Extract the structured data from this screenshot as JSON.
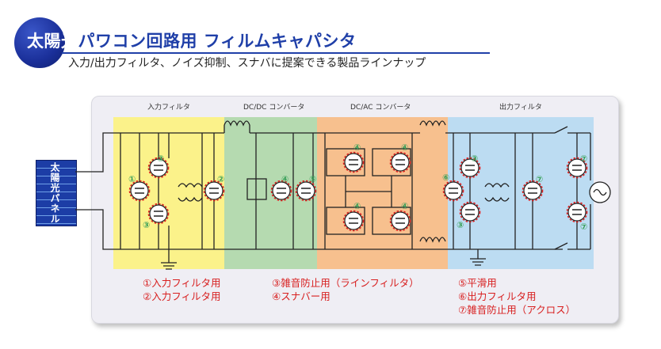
{
  "header": {
    "title_part1": "太陽光",
    "title_part2": "パワコン回路用 フィルムキャパシタ",
    "subtitle": "入力/出力フィルタ、ノイズ抑制、スナバに提案できる製品ラインナップ"
  },
  "diagram": {
    "panel_label": "太陽光パネル",
    "sections": [
      {
        "label": "入力フィルタ",
        "color": "#fbf28a"
      },
      {
        "label": "DC/DC コンバータ",
        "color": "#b5dab0"
      },
      {
        "label": "DC/AC コンバータ",
        "color": "#f7c08e"
      },
      {
        "label": "出力フィルタ",
        "color": "#bcdcf2"
      }
    ],
    "markers": {
      "m1": "①",
      "m2": "②",
      "m3": "③",
      "m4": "④",
      "m5": "⑤",
      "m6": "⑥",
      "m7": "⑦"
    }
  },
  "legend": {
    "col1": [
      "①入力フィルタ用",
      "②入力フィルタ用"
    ],
    "col2": [
      "③雑音防止用（ラインフィルタ）",
      "④スナバー用"
    ],
    "col3": [
      "⑤平滑用",
      "⑥出力フィルタ用",
      "⑦雑音防止用（アクロス）"
    ]
  },
  "colors": {
    "accent": "#1f3fa8",
    "legend_text": "#d82020",
    "marker_green": "#3aa05a",
    "highlight_ring": "#e02020"
  }
}
